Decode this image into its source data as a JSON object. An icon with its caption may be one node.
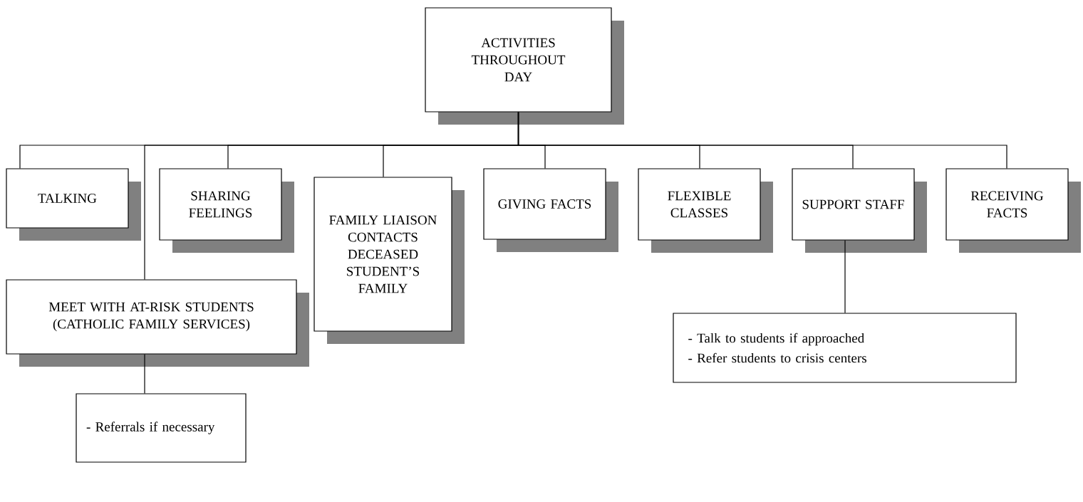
{
  "diagram": {
    "nodes": [
      {
        "text": [
          "ACTIVITIES THROUGHOUT DAY"
        ]
      },
      {
        "text": [
          "TALKING"
        ]
      },
      {
        "text": [
          "SHARING FEELINGS"
        ]
      },
      {
        "text": [
          "FAMILY LIAISON CONTACTS DECEASED STUDENT’S FAMILY"
        ]
      },
      {
        "text": [
          "GIVING FACTS"
        ]
      },
      {
        "text": [
          "FLEXIBLE CLASSES"
        ]
      },
      {
        "text": [
          "SUPPORT STAFF"
        ]
      },
      {
        "text": [
          "RECEIVING FACTS"
        ]
      },
      {
        "text": [
          "MEET WITH AT-RISK STUDENTS (CATHOLIC FAMILY SERVICES)"
        ]
      },
      {
        "text": [
          "- Referrals if necessary"
        ]
      },
      {
        "text": [
          "- Talk to students if approached",
          "- Refer students to crisis centers"
        ]
      }
    ],
    "edges": [
      {
        "from": 0,
        "to": 1,
        "arrow": "none"
      },
      {
        "from": 0,
        "to": 8,
        "arrow": "none"
      },
      {
        "from": 0,
        "to": 2,
        "arrow": "none"
      },
      {
        "from": 0,
        "to": 3,
        "arrow": "none"
      },
      {
        "from": 0,
        "to": 4,
        "arrow": "none"
      },
      {
        "from": 0,
        "to": 5,
        "arrow": "none"
      },
      {
        "from": 0,
        "to": 6,
        "arrow": "none"
      },
      {
        "from": 0,
        "to": 7,
        "arrow": "none"
      },
      {
        "from": 8,
        "to": 9,
        "arrow": "none"
      },
      {
        "from": 6,
        "to": 10,
        "arrow": "none"
      }
    ]
  }
}
